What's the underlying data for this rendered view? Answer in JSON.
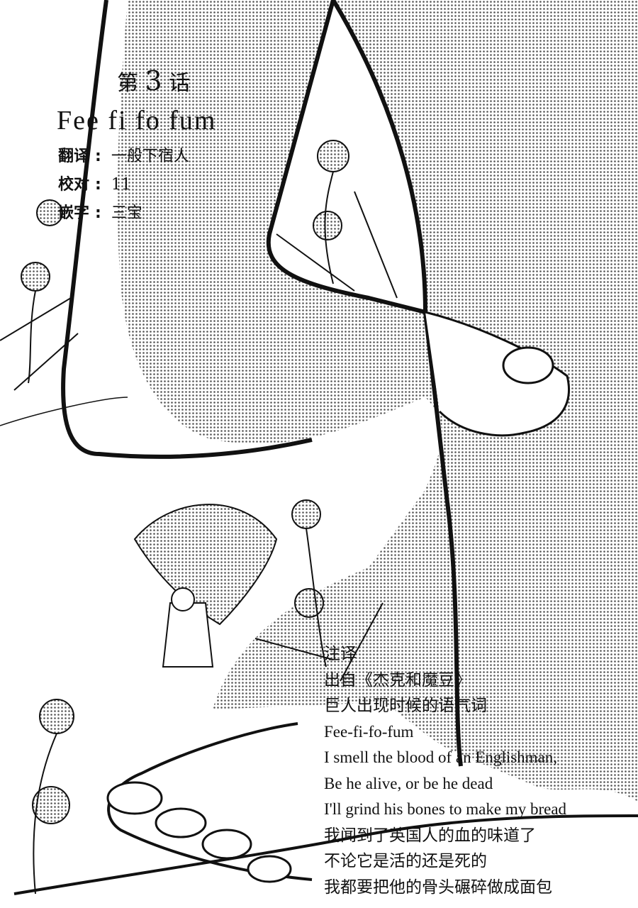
{
  "chapter": {
    "prefix": "第",
    "number": "3",
    "suffix": "话"
  },
  "title": "Fee fi fo fum",
  "credits": [
    {
      "role": "翻译",
      "name": "一般下宿人"
    },
    {
      "role": "校对",
      "name": "11"
    },
    {
      "role": "嵌字",
      "name": "三宝"
    }
  ],
  "notes": {
    "heading": "注译",
    "lines": [
      "出自《杰克和魔豆》",
      "巨人出现时候的语气词",
      "Fee-fi-fo-fum",
      "I smell the blood of an Englishman,",
      "Be he alive, or be he dead",
      "I'll grind his bones to make my bread",
      "我闻到了英国人的血的味道了",
      "不论它是活的还是死的",
      "我都要把他的骨头碾碎做成面包"
    ]
  },
  "colors": {
    "ink": "#111111",
    "paper": "#ffffff",
    "screentone": "#9a9a9a"
  }
}
